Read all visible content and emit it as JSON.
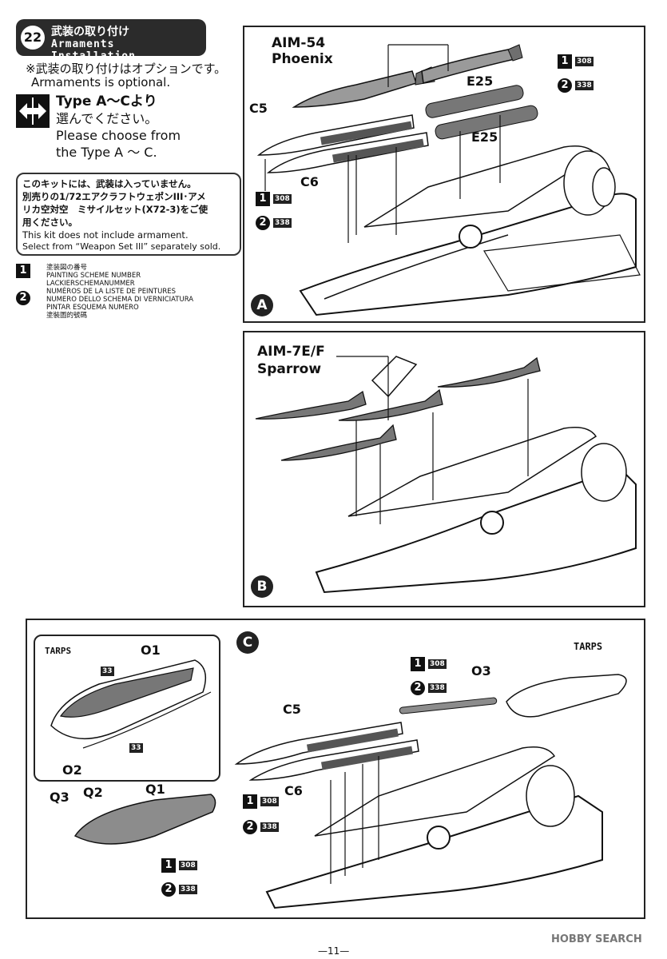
{
  "step": {
    "number": "22",
    "title_ja": "武装の取り付け",
    "title_en": "Armaments Installation"
  },
  "notes": {
    "optional_ja": "※武装の取り付けはオプションです。",
    "optional_en": "Armaments is optional.",
    "choose_line1": "Type A〜Cより",
    "choose_line2": "選んでください。",
    "choose_line3": "Please choose from",
    "choose_line4": "the Type A 〜 C."
  },
  "notice": {
    "line1": "このキットには、武装は入っていません。",
    "line2": "別売りの1/72エアクラフトウェポンIII･アメ",
    "line3": "リカ空対空　ミサイルセット(X72-3)をご使",
    "line4": "用ください。",
    "line5": "This kit does not include armament.",
    "line6": "Select from “Weapon Set III” separately sold."
  },
  "legend": {
    "badge1": "1",
    "badge2": "2",
    "rows": [
      "塗装図の番号",
      "PAINTING SCHEME NUMBER",
      "LACKIERSCHEMANUMMER",
      "NUMÉROS DE LA LISTE DE PEINTURES",
      "NUMERO DELLO SCHEMA DI VERNICIATURA",
      "PINTAR ESQUEMA NUMERO",
      "塗裝圖的號碼"
    ]
  },
  "codes": {
    "c308": "308",
    "c338": "338",
    "c33": "33"
  },
  "panel_a": {
    "letter": "A",
    "missile_name": "AIM-54",
    "missile_sub": "Phoenix",
    "part_c5": "C5",
    "part_c6": "C6",
    "part_e25a": "E25",
    "part_e25b": "E25"
  },
  "panel_b": {
    "letter": "B",
    "missile_name": "AIM-7E/F",
    "missile_sub": "Sparrow"
  },
  "panel_c": {
    "letter": "C",
    "tarps_inset": "TARPS",
    "tarps_main": "TARPS",
    "o1": "O1",
    "o2": "O2",
    "o3": "O3",
    "q1": "Q1",
    "q2": "Q2",
    "q3": "Q3",
    "c5": "C5",
    "c6": "C6"
  },
  "footer": {
    "page": "—11—",
    "watermark": "HOBBY SEARCH"
  },
  "colors": {
    "ink": "#111111",
    "gray_part": "#8c8c8c",
    "panel_border": "#222222"
  }
}
